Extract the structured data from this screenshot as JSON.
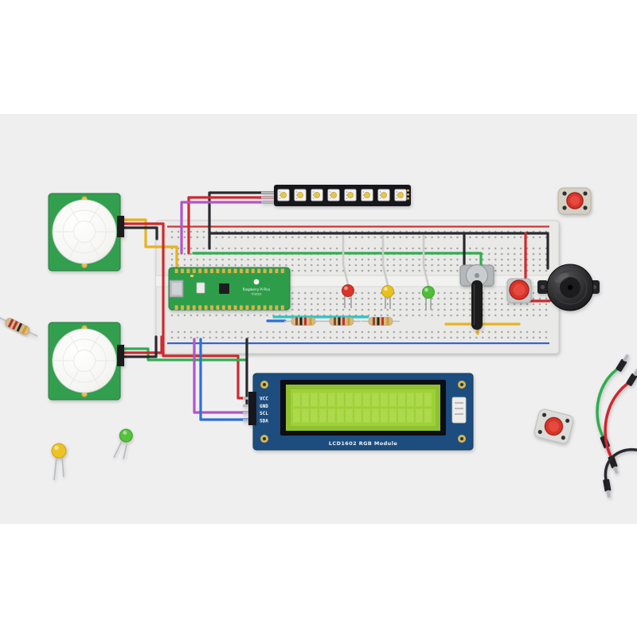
{
  "lcd": {
    "label": "LCD1602 RGB Module",
    "pins": [
      "VCC",
      "GND",
      "SCL",
      "SDA"
    ]
  },
  "pico": {
    "brand": "Raspberry Pi Pico",
    "year": "©2022"
  },
  "palette": {
    "red": "#d0282e",
    "black": "#2a2a2e",
    "yellow": "#e6b320",
    "green": "#2fae4e",
    "purple": "#b055c8",
    "blue": "#2e6fd8",
    "cyan": "#2ec4c4",
    "gray": "#cbcbc8",
    "board_green": "#339f4f",
    "lcd_blue": "#1d4e7e",
    "lcd_screen": "#9ed039",
    "breadboard": "#e9e9e7",
    "accent_red": "#d8342a"
  }
}
